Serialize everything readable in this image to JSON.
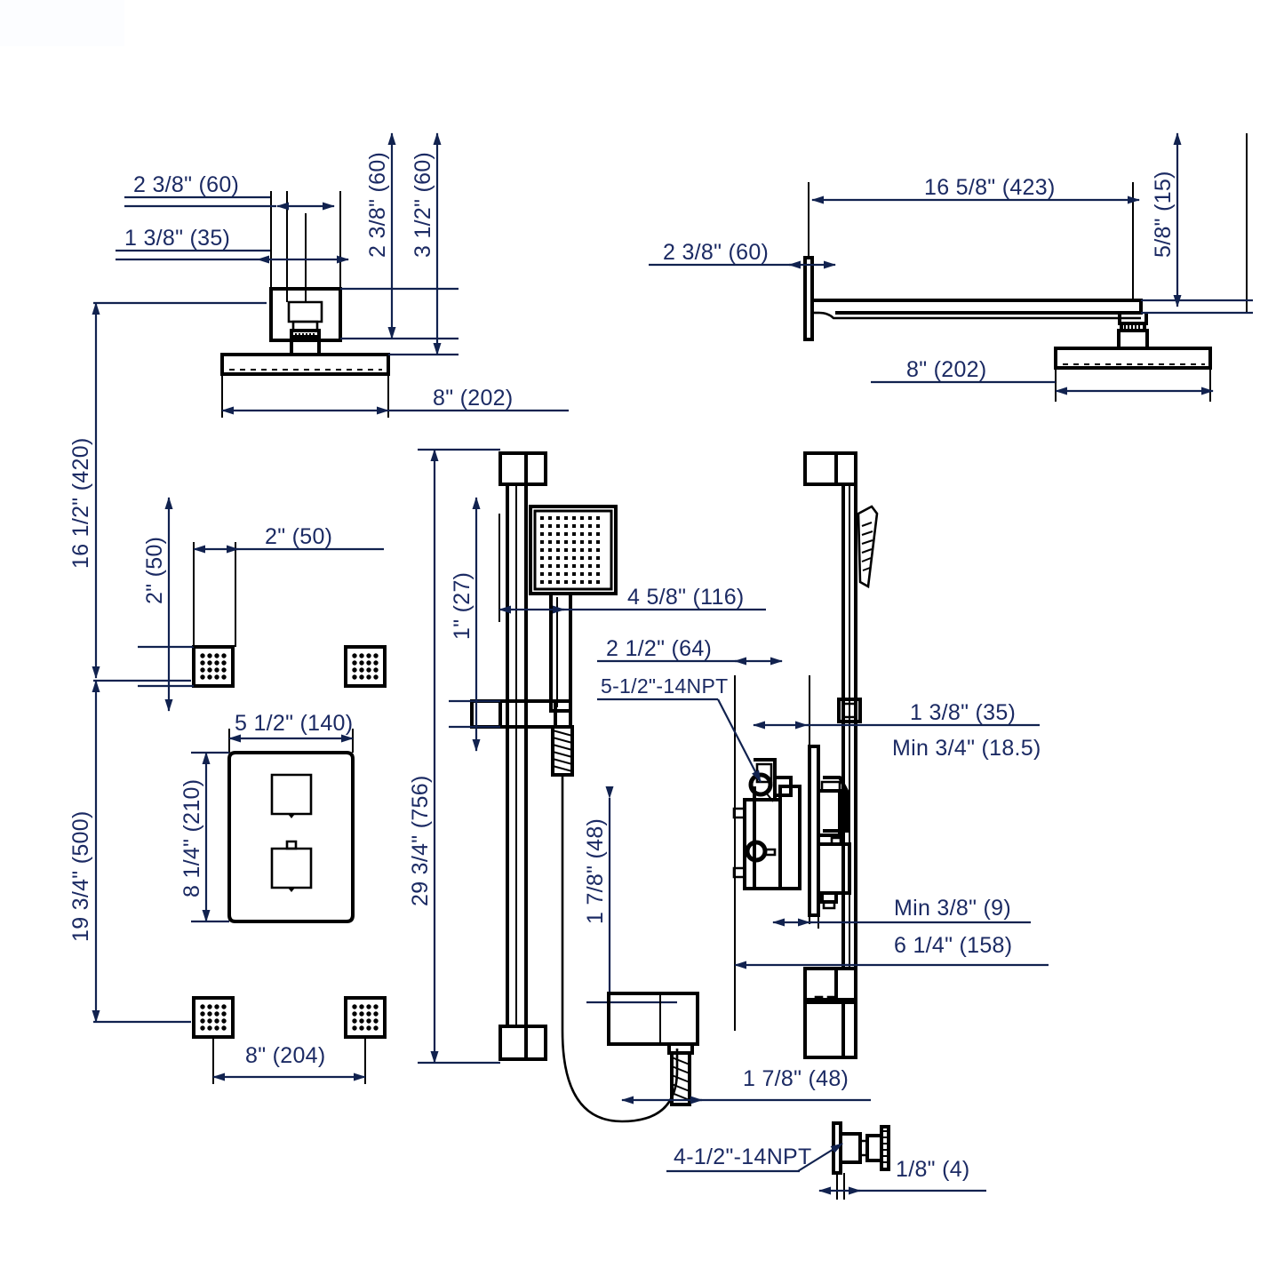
{
  "drawing": {
    "title": "Shower System Dimensional Drawing",
    "line_color": "#000000",
    "text_color": "#1b2a63",
    "background": "#ffffff"
  },
  "views": {
    "top_left": {
      "name": "ceiling-mount-shower-head-side-view"
    },
    "top_right": {
      "name": "wall-mount-shower-arm-side-view"
    },
    "mid_left": {
      "name": "body-spray-and-valve-trim-front-view"
    },
    "center": {
      "name": "slide-bar-hand-shower-front-view"
    },
    "right": {
      "name": "rough-in-valve-body-side-view"
    },
    "bottom_center": {
      "name": "hand-shower-outlet-elbow-detail"
    },
    "bottom_right": {
      "name": "body-spray-jet-side-detail"
    }
  },
  "dimensions": {
    "d_2_3_8_60_topleft_a": "2 3/8\" (60)",
    "d_1_3_8_35_topleft": "1 3/8\" (35)",
    "d_2_3_8_60_vert": "2 3/8\" (60)",
    "d_3_1_2_60_vert": "3 1/2\" (60)",
    "d_8_202_topleft": "8\" (202)",
    "d_16_5_8_423": "16 5/8\" (423)",
    "d_2_3_8_60_topright": "2 3/8\" (60)",
    "d_5_8_15": "5/8\" (15)",
    "d_8_202_topright": "8\" (202)",
    "d_16_1_2_420": "16 1/2\" (420)",
    "d_19_3_4_500": "19 3/4\" (500)",
    "d_2_50_vert": "2\" (50)",
    "d_2_50_horiz": "2\" (50)",
    "d_5_1_2_140": "5 1/2\" (140)",
    "d_8_1_4_210": "8 1/4\" (210)",
    "d_8_204": "8\" (204)",
    "d_29_3_4_756": "29 3/4\" (756)",
    "d_1_27": "1\" (27)",
    "d_4_5_8_116": "4 5/8\" (116)",
    "d_2_1_2_64": "2 1/2\" (64)",
    "label_npt_5_5": "5-1/2\"-14NPT",
    "d_1_3_8_35_right": "1 3/8\" (35)",
    "d_min_3_4_18_5": "Min 3/4\" (18.5)",
    "d_min_3_8_9": "Min 3/8\" (9)",
    "d_6_1_4_158": "6 1/4\" (158)",
    "d_1_7_8_48_vert": "1 7/8\" (48)",
    "d_1_7_8_48_horiz": "1 7/8\" (48)",
    "label_npt_4_5": "4-1/2\"-14NPT",
    "d_1_8_4": "1/8\" (4)"
  }
}
